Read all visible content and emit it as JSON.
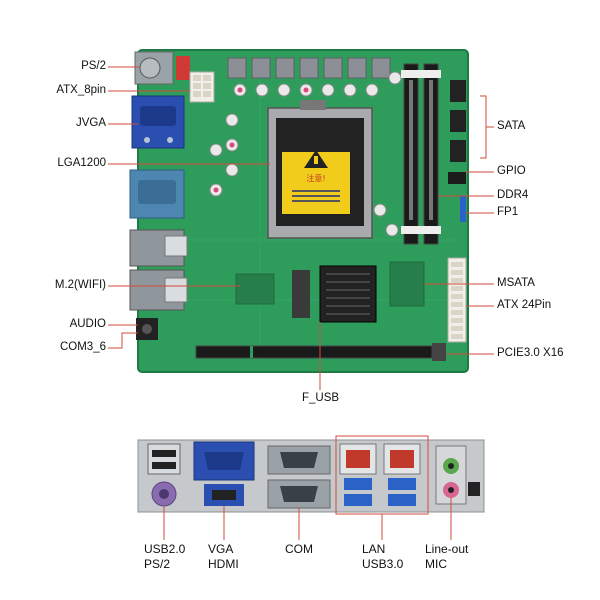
{
  "labels_left": [
    {
      "id": "ps2",
      "text": "PS/2"
    },
    {
      "id": "atx8pin",
      "text": "ATX_8pin"
    },
    {
      "id": "jvga",
      "text": "JVGA"
    },
    {
      "id": "lga1200",
      "text": "LGA1200"
    },
    {
      "id": "m2wifi",
      "text": "M.2(WIFI)"
    },
    {
      "id": "audio",
      "text": "AUDIO"
    },
    {
      "id": "com3_6",
      "text": "COM3_6"
    }
  ],
  "labels_right": [
    {
      "id": "sata",
      "text": "SATA"
    },
    {
      "id": "gpio",
      "text": "GPIO"
    },
    {
      "id": "ddr4",
      "text": "DDR4"
    },
    {
      "id": "fp1",
      "text": "FP1"
    },
    {
      "id": "msata",
      "text": "MSATA"
    },
    {
      "id": "atx24pin",
      "text": "ATX 24Pin"
    },
    {
      "id": "pcie",
      "text": "PCIE3.0 X16"
    }
  ],
  "label_bottom_board": {
    "id": "f_usb",
    "text": "F_USB"
  },
  "io_labels": [
    {
      "id": "usb2-ps2",
      "line1": "USB2.0",
      "line2": "PS/2"
    },
    {
      "id": "vga-hdmi",
      "line1": "VGA",
      "line2": "HDMI"
    },
    {
      "id": "com",
      "line1": "COM",
      "line2": ""
    },
    {
      "id": "lan-usb3",
      "line1": "LAN",
      "line2": "USB3.0"
    },
    {
      "id": "lineout-mic",
      "line1": "Line-out",
      "line2": "MIC"
    }
  ],
  "cpu_warning_text": "注意!",
  "colors": {
    "pcb": "#2e9d5c",
    "pcb_dark": "#1d7a44",
    "vga_blue": "#2a4fb0",
    "com_blue": "#4d86b0",
    "lan_red": "#c0392b",
    "usb3_blue": "#2a62c8",
    "ps2_purple": "#8a6bb0",
    "audio_green": "#5aa84d",
    "audio_pink": "#d9668f",
    "leader": "#d24b3c"
  }
}
